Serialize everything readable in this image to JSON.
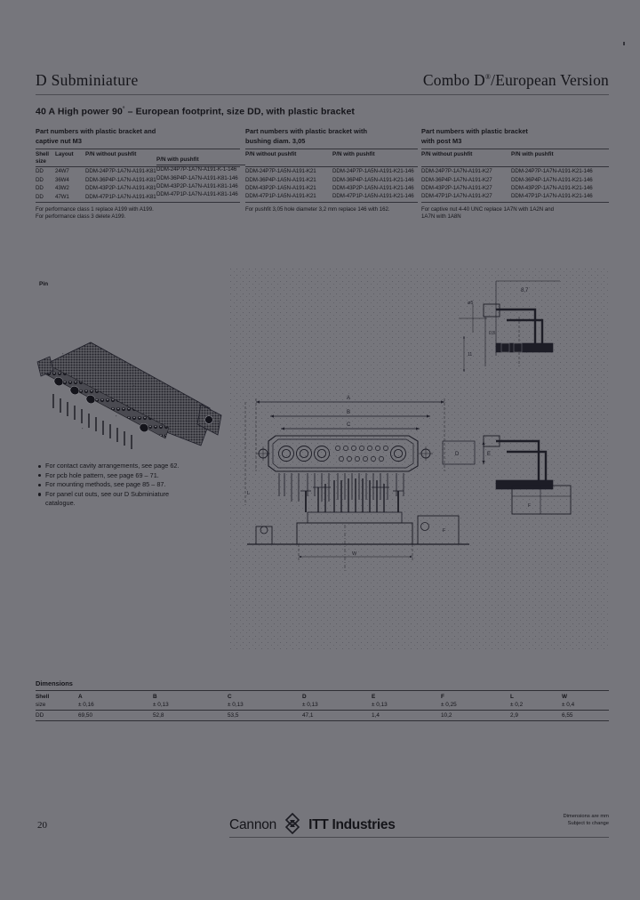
{
  "header": {
    "left_title": "D Subminiature",
    "right_title_main": "Combo D",
    "right_title_sup": "®",
    "right_title_rest": "/European Version",
    "subtitle_pre": "40 A High power 90",
    "subtitle_sup": "°",
    "subtitle_post": " – European footprint, size DD, with plastic bracket"
  },
  "part_tables": [
    {
      "title_line1": "Part numbers with plastic bracket and",
      "title_line2": "captive nut M3",
      "headers": [
        "Shell size",
        "Layout",
        "P/N without pushfit",
        "P/N with pushfit"
      ],
      "header_shell_l1": "Shell",
      "header_shell_l2": "size",
      "rows": [
        {
          "shell": "DD",
          "layout": "24W7",
          "pn_without": "DDM-24P7P-1A7N-A191-K81",
          "pn_with": "DDM-24P7P-1A7N-A191-K-1-146"
        },
        {
          "shell": "DD",
          "layout": "36W4",
          "pn_without": "DDM-36P4P-1A7N-A191-K81",
          "pn_with": "DDM-36P4P-1A7N-A191-K81-146"
        },
        {
          "shell": "DD",
          "layout": "43W2",
          "pn_without": "DDM-43P2P-1A7N-A191-K81",
          "pn_with": "DDM-43P2P-1A7N-A191-K81-146"
        },
        {
          "shell": "DD",
          "layout": "47W1",
          "pn_without": "DDM-47P1P-1A7N-A191-K81",
          "pn_with": "DDM-47P1P-1A7N-A191-K81-146"
        }
      ],
      "notes": [
        "For performance class 1 replace A199 with A199.",
        "For performance class 3 delete A199."
      ]
    },
    {
      "title_line1": "Part numbers with plastic bracket with",
      "title_line2": "bushing diam. 3,05",
      "headers": [
        "P/N without pushfit",
        "P/N with pushfit"
      ],
      "rows": [
        {
          "pn_without": "DDM-24P7P-1A5N-A191-K21",
          "pn_with": "DDM-24P7P-1A5N-A191-K21-146"
        },
        {
          "pn_without": "DDM-36P4P-1A5N-A191-K21",
          "pn_with": "DDM-36P4P-1A5N-A191-K21-146"
        },
        {
          "pn_without": "DDM-43P2P-1A5N-A191-K21",
          "pn_with": "DDM-43P2P-1A5N-A191-K21-146"
        },
        {
          "pn_without": "DDM-47P1P-1A5N-A191-K21",
          "pn_with": "DDM-47P1P-1A5N-A191-K21-146"
        }
      ],
      "notes": [
        "For pushfit 3,05 hole diameter 3,2 mm replace 146 with 162."
      ]
    },
    {
      "title_line1": "Part numbers with plastic bracket",
      "title_line2": "with post M3",
      "headers": [
        "P/N without pushfit",
        "P/N with pushfit"
      ],
      "rows": [
        {
          "pn_without": "DDM-24P7P-1A7N-A191-K27",
          "pn_with": "DDM-24P7P-1A7N-A191-K21-146"
        },
        {
          "pn_without": "DDM-36P4P-1A7N-A191-K27",
          "pn_with": "DDM-36P4P-1A7N-A191-K21-146"
        },
        {
          "pn_without": "DDM-43P2P-1A7N-A191-K27",
          "pn_with": "DDM-43P2P-1A7N-A191-K21-146"
        },
        {
          "pn_without": "DDM-47P1P-1A7N-A191-K27",
          "pn_with": "DDM-47P1P-1A7N-A191-K21-146"
        }
      ],
      "notes": [
        "For captive nut 4-40 UNC replace 1A7N with 1A2N and",
        "1A7N with 1A8N"
      ]
    }
  ],
  "photo": {
    "label": "Pin"
  },
  "bullets": [
    "For contact cavity arrangements, see page 62.",
    "For pcb hole pattern, see page 69 – 71.",
    "For mounting methods, see page 85 – 87.",
    "For panel cut outs, see our D Subminiature",
    "catalogue."
  ],
  "drawing_labels": {
    "top_span": "B",
    "dim_87": "8,7",
    "dim_o5": "ø5",
    "dim_11": "11",
    "dim_08": "0,8",
    "label_a": "A",
    "label_c": "C",
    "label_d": "D",
    "label_e": "E",
    "label_f": "F",
    "label_l": "L",
    "label_w": "W"
  },
  "dimensions": {
    "title": "Dimensions",
    "headers": [
      {
        "name": "Shell",
        "tol": "size"
      },
      {
        "name": "A",
        "tol": "± 0,16"
      },
      {
        "name": "B",
        "tol": "± 0,13"
      },
      {
        "name": "C",
        "tol": "± 0,13"
      },
      {
        "name": "D",
        "tol": "± 0,13"
      },
      {
        "name": "E",
        "tol": "± 0,13"
      },
      {
        "name": "F",
        "tol": "± 0,25"
      },
      {
        "name": "L",
        "tol": "± 0,2"
      },
      {
        "name": "W",
        "tol": "± 0,4"
      }
    ],
    "rows": [
      {
        "shell": "DD",
        "a": "69,50",
        "b": "52,8",
        "c": "53,5",
        "d": "47,1",
        "e": "1,4",
        "f": "10,2",
        "l": "2,9",
        "w": "6,55"
      }
    ]
  },
  "footer": {
    "page_number": "20",
    "brand_cannon": "Cannon",
    "brand_itt": "ITT Industries",
    "note_line1": "Dimensions are mm",
    "note_line2": "Subject to change"
  }
}
